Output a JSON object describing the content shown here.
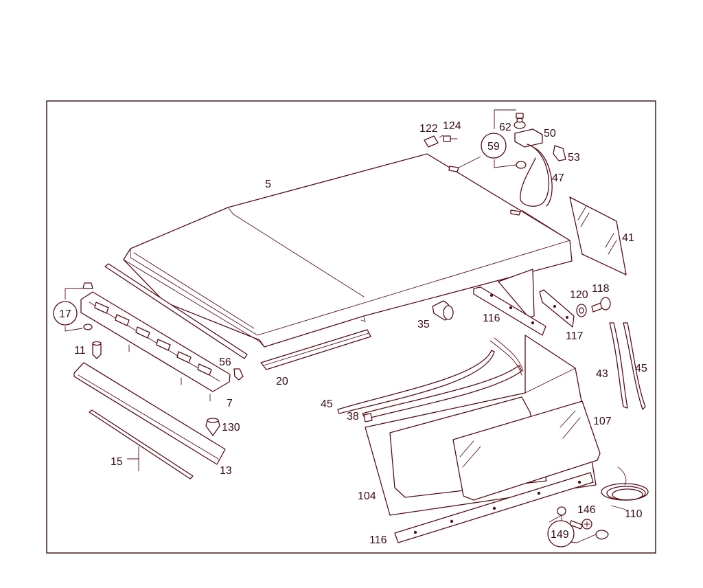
{
  "callouts": {
    "p5": "5",
    "p7": "7",
    "p11": "11",
    "p13": "13",
    "p15": "15",
    "p17": "17",
    "p20": "20",
    "p35": "35",
    "p38": "38",
    "p41": "41",
    "p43": "43",
    "p45a": "45",
    "p45b": "45",
    "p47": "47",
    "p50": "50",
    "p53": "53",
    "p56": "56",
    "p59": "59",
    "p62": "62",
    "p104": "104",
    "p107": "107",
    "p110": "110",
    "p116a": "116",
    "p116b": "116",
    "p117": "117",
    "p118": "118",
    "p120": "120",
    "p122": "122",
    "p124": "124",
    "p130": "130",
    "p146": "146",
    "p149": "149"
  }
}
